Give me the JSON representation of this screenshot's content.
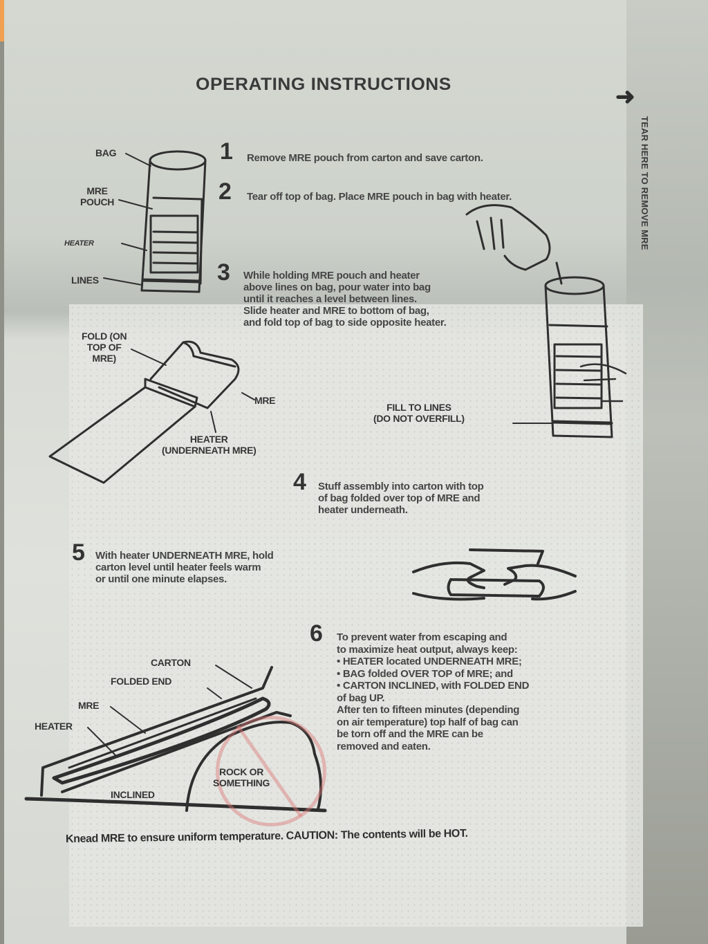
{
  "document": {
    "title": "OPERATING INSTRUCTIONS",
    "tear_instruction": {
      "icon": "arrow-right-icon",
      "text": "TEAR HERE TO REMOVE MRE"
    },
    "steps": [
      {
        "number": "1",
        "text": "Remove MRE pouch from carton and save carton."
      },
      {
        "number": "2",
        "text": "Tear off top of bag. Place MRE pouch in bag with heater."
      },
      {
        "number": "3",
        "lines": [
          "While holding MRE pouch and heater",
          "above lines on bag, pour water into bag",
          "until it reaches a level between lines.",
          "Slide heater and MRE to bottom of bag,",
          "and fold top of bag to side opposite heater."
        ]
      },
      {
        "number": "4",
        "lines": [
          "Stuff assembly into carton with top",
          "of bag folded over top of MRE and",
          "heater underneath."
        ]
      },
      {
        "number": "5",
        "lines": [
          "With heater UNDERNEATH MRE, hold",
          "carton level until heater feels warm",
          "or until one minute elapses."
        ]
      },
      {
        "number": "6",
        "lines": [
          "To prevent water from escaping and",
          "to maximize heat output, always keep:",
          "• HEATER located UNDERNEATH MRE;",
          "• BAG folded OVER TOP of MRE; and",
          "• CARTON INCLINED, with FOLDED END",
          "of bag UP.",
          "After ten to fifteen minutes (depending",
          "on air temperature) top half of bag can",
          "be torn off and the MRE can be",
          "removed and eaten."
        ]
      }
    ],
    "diagram_labels": {
      "bag_diagram": {
        "bag": "BAG",
        "mre_pouch_1": "MRE",
        "mre_pouch_2": "POUCH",
        "heater": "HEATER",
        "lines": "LINES"
      },
      "fold_diagram": {
        "fold_1": "FOLD (ON",
        "fold_2": "TOP OF",
        "fold_3": "MRE)",
        "mre": "MRE",
        "heater_1": "HEATER",
        "heater_2": "(UNDERNEATH MRE)"
      },
      "fill_diagram": {
        "fill_1": "FILL TO LINES",
        "fill_2": "(DO NOT OVERFILL)"
      },
      "incline_diagram": {
        "carton": "CARTON",
        "folded_end": "FOLDED END",
        "mre": "MRE",
        "heater": "HEATER",
        "inclined": "INCLINED",
        "rock_1": "ROCK OR",
        "rock_2": "SOMETHING"
      }
    },
    "footer": "Knead MRE to ensure uniform temperature. CAUTION: The contents will be HOT."
  }
}
